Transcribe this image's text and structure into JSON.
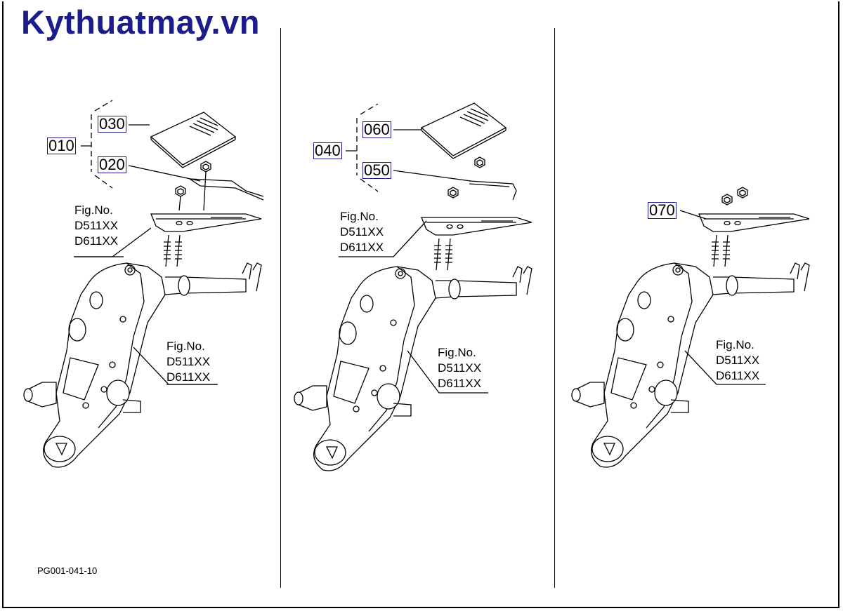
{
  "watermark": "Kythuatmay.vn",
  "drawing_code": "PG001-041-10",
  "panels": [
    {
      "assembly": "010",
      "parts": [
        "030",
        "020"
      ],
      "fig_labels": [
        {
          "line1": "Fig.No.",
          "line2": "D511XX",
          "line3": "D611XX"
        },
        {
          "line1": "Fig.No.",
          "line2": "D511XX",
          "line3": "D611XX"
        }
      ]
    },
    {
      "assembly": "040",
      "parts": [
        "060",
        "050"
      ],
      "fig_labels": [
        {
          "line1": "Fig.No.",
          "line2": "D511XX",
          "line3": "D611XX"
        },
        {
          "line1": "Fig.No.",
          "line2": "D511XX",
          "line3": "D611XX"
        }
      ]
    },
    {
      "assembly": "070",
      "fig_labels": [
        {
          "line1": "Fig.No.",
          "line2": "D511XX",
          "line3": "D611XX"
        }
      ]
    }
  ],
  "colors": {
    "label_border": "#1c1c8c",
    "watermark": "#1c1c8c"
  }
}
